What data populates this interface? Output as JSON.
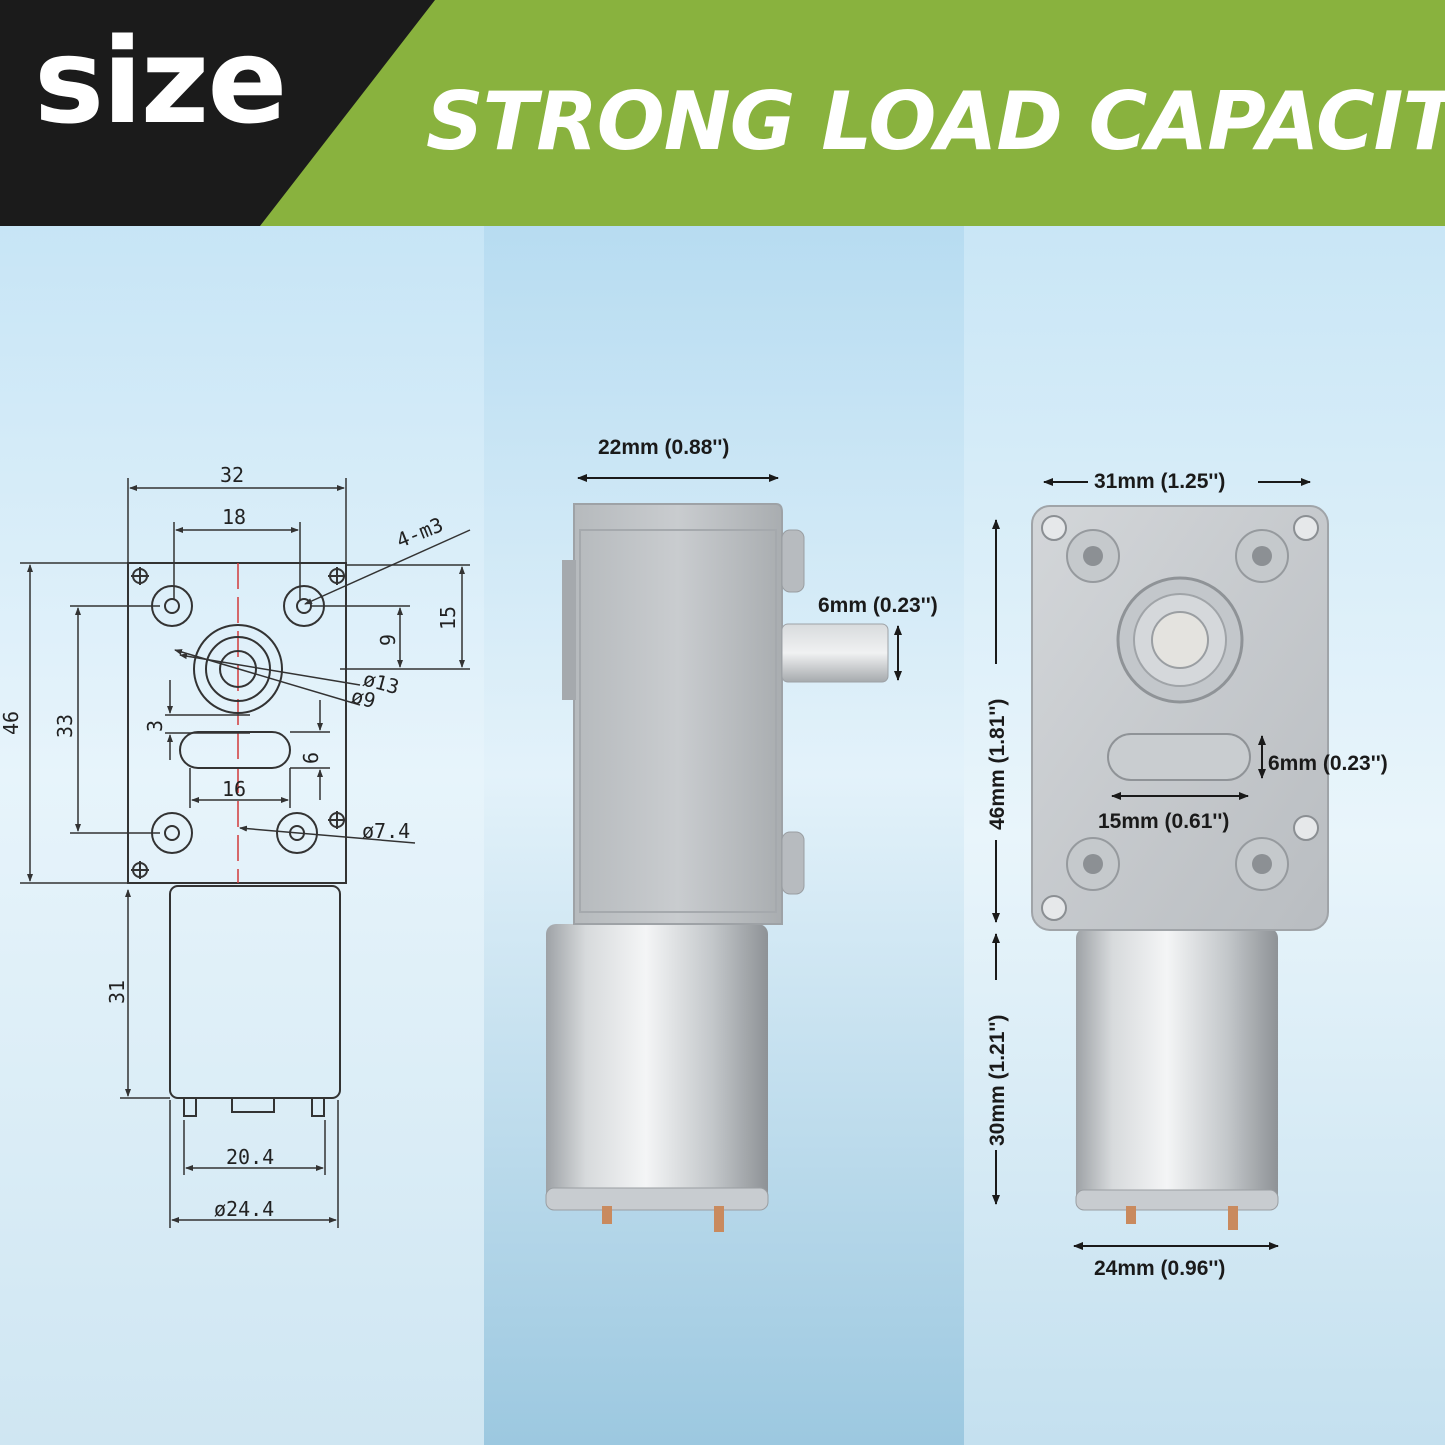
{
  "header": {
    "badge": "size",
    "headline": "STRONG LOAD CAPACITY",
    "badge_color": "#1b1b1b",
    "band_color": "#89b23e"
  },
  "drawing": {
    "dim_32": "32",
    "dim_18": "18",
    "dim_4m3": "4-m3",
    "dim_15": "15",
    "dim_9": "9",
    "dim_46": "46",
    "dim_33": "33",
    "dim_d13": "ø13",
    "dim_d9": "ø9",
    "dim_3": "3",
    "dim_6": "6",
    "dim_16": "16",
    "dim_d74": "ø7.4",
    "dim_31": "31",
    "dim_204": "20.4",
    "dim_d244": "ø24.4"
  },
  "side_view": {
    "width": "22mm (0.88'')",
    "shaft": "6mm (0.23'')"
  },
  "front_view": {
    "width": "31mm (1.25'')",
    "height_gearbox": "46mm (1.81'')",
    "height_motor": "30mm (1.21'')",
    "slot_height": "6mm (0.23'')",
    "slot_width": "15mm (0.61'')",
    "motor_dia": "24mm (0.96'')"
  }
}
